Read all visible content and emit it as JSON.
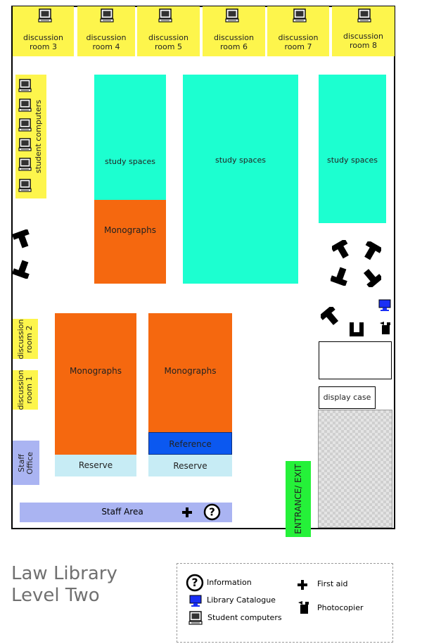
{
  "map": {
    "title_line1": "Law Library",
    "title_line2": "Level Two",
    "discussion_rooms_top": [
      {
        "line1": "discussion",
        "line2": "room 3"
      },
      {
        "line1": "discussion",
        "line2": "room 4"
      },
      {
        "line1": "discussion",
        "line2": "room 5"
      },
      {
        "line1": "discussion",
        "line2": "room 6"
      },
      {
        "line1": "discussion",
        "line2": "room 7"
      },
      {
        "line1": "discussion",
        "line2": "room 8"
      }
    ],
    "student_computers_label": "student computers",
    "study_spaces": [
      "study spaces",
      "study spaces",
      "study spaces"
    ],
    "monographs": [
      "Monographs",
      "Monographs",
      "Monographs"
    ],
    "reference_label": "Reference",
    "reserve": [
      "Reserve",
      "Reserve"
    ],
    "discussion_room_2": {
      "line1": "discussion",
      "line2": "room 2"
    },
    "discussion_room_1": {
      "line1": "discussion",
      "line2": "room 1"
    },
    "staff_office": {
      "line1": "Staff",
      "line2": "Office"
    },
    "staff_area_label": "Staff Area",
    "display_case_label": "display case",
    "entrance_label": "ENTRANCE/ EXIT",
    "colors": {
      "discussion": "#fdf54c",
      "study": "#1cffd0",
      "monographs": "#f5680f",
      "reserve": "#c7ecf5",
      "reference": "#0b58f0",
      "staff": "#aab4f2",
      "entrance": "#25f139"
    }
  },
  "legend": {
    "information": "Information",
    "catalogue": "Library Catalogue",
    "computers": "Student computers",
    "first_aid": "First aid",
    "photocopier": "Photocopier",
    "icons": [
      "question-icon",
      "monitor-icon",
      "computer-icon",
      "cross-icon",
      "photocopier-icon"
    ]
  }
}
